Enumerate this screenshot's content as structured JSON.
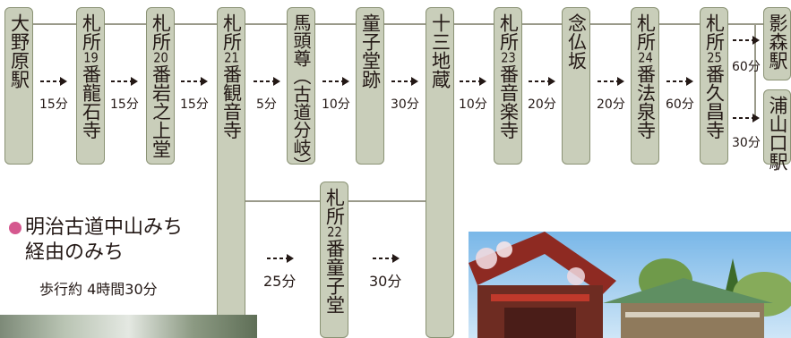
{
  "stations": [
    {
      "id": "omotohara",
      "label": "大野原駅"
    },
    {
      "id": "s19",
      "label_prefix": "札所",
      "num": "19",
      "label_suffix": "番龍石寺"
    },
    {
      "id": "s20",
      "label_prefix": "札所",
      "num": "20",
      "label_suffix": "番岩之上堂"
    },
    {
      "id": "s21",
      "label_prefix": "札所",
      "num": "21",
      "label_suffix": "番観音寺"
    },
    {
      "id": "bato",
      "label": "馬頭尊︵古道分岐︶"
    },
    {
      "id": "doji_ato",
      "label": "童子堂跡"
    },
    {
      "id": "jizo",
      "label": "十三地蔵"
    },
    {
      "id": "s23",
      "label_prefix": "札所",
      "num": "23",
      "label_suffix": "番音楽寺"
    },
    {
      "id": "nenbutsu",
      "label": "念仏坂"
    },
    {
      "id": "s24",
      "label_prefix": "札所",
      "num": "24",
      "label_suffix": "番法泉寺"
    },
    {
      "id": "s25",
      "label_prefix": "札所",
      "num": "25",
      "label_suffix": "番久昌寺"
    },
    {
      "id": "kagemori",
      "label": "影森駅"
    },
    {
      "id": "urayamaguchi",
      "label": "浦山口駅"
    },
    {
      "id": "s22",
      "label_prefix": "札所",
      "num": "22",
      "label_suffix": "番童子堂"
    }
  ],
  "times": [
    "15分",
    "15分",
    "15分",
    "5分",
    "10分",
    "30分",
    "10分",
    "20分",
    "20分",
    "60分",
    "60分",
    "30分",
    "25分",
    "30分"
  ],
  "legend": {
    "title_line1": "明治古道中山みち",
    "title_line2": "経由のみち",
    "total": "歩行約 4時間30分",
    "dot_color": "#d5588f"
  },
  "colors": {
    "box_fill": "#c9ceba",
    "box_border": "#8a9274",
    "line": "#9a9a8a"
  }
}
